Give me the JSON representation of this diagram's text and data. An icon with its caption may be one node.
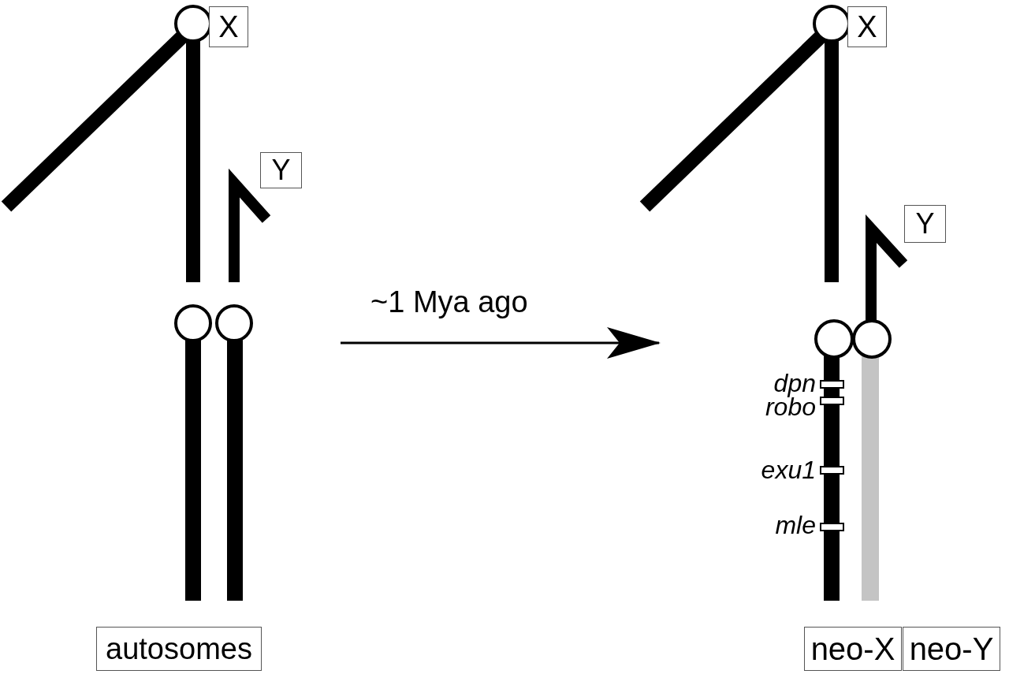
{
  "diagram": {
    "nodes": [
      {
        "text": [
          "X"
        ]
      },
      {
        "text": [
          "Y"
        ]
      },
      {
        "text": [
          "autosomes"
        ]
      },
      {
        "text": [
          "X"
        ]
      },
      {
        "text": [
          "Y"
        ]
      },
      {
        "text": [
          "neo-X"
        ]
      },
      {
        "text": [
          "neo-Y"
        ]
      }
    ],
    "labels": [
      "~1 Mya ago",
      "dpn",
      "robo",
      "exu1",
      "mle"
    ]
  }
}
